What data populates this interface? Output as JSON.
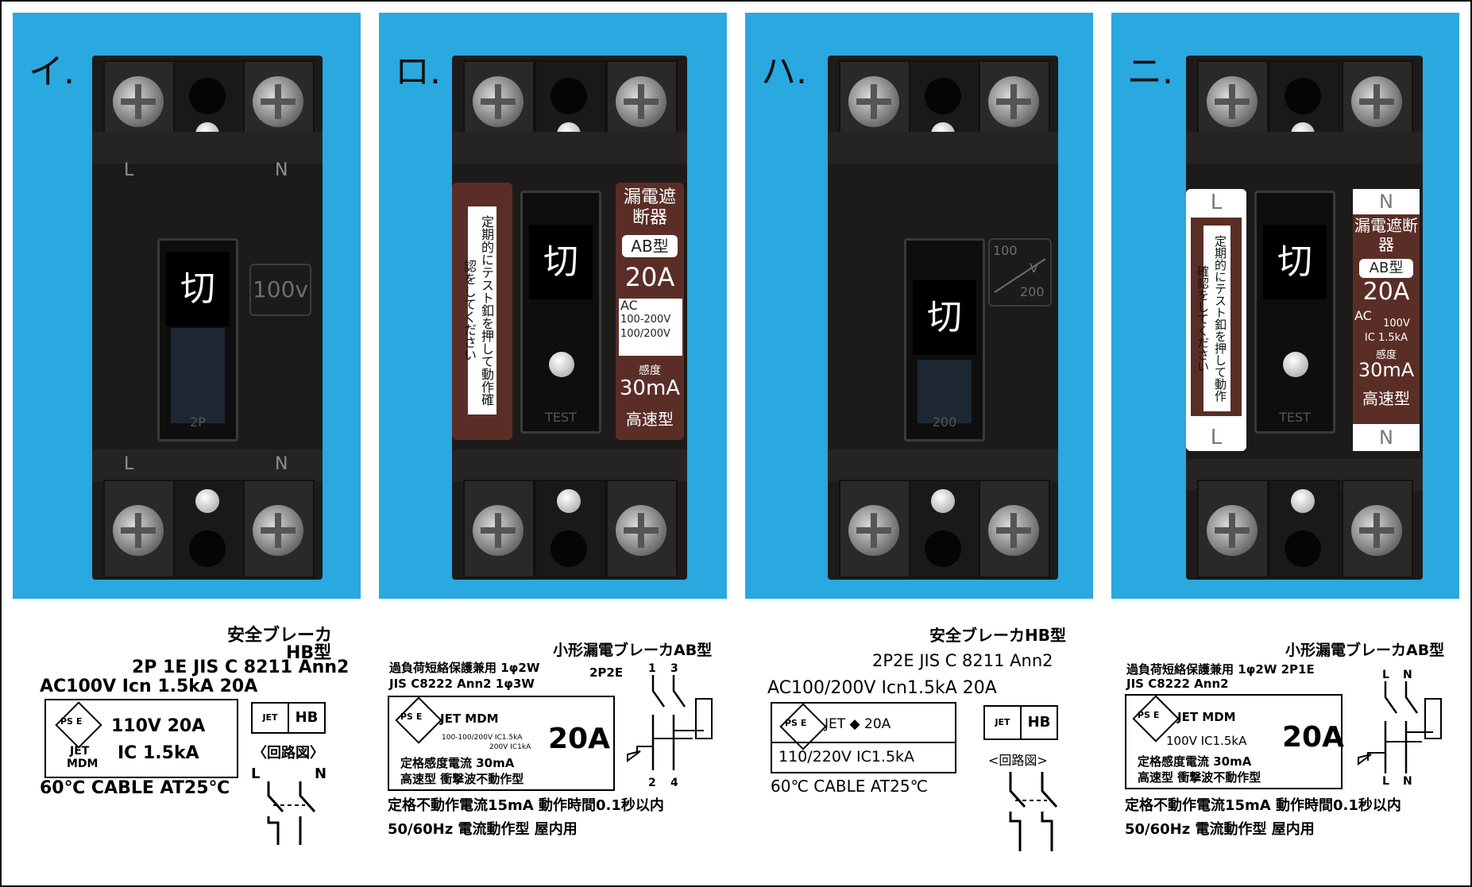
{
  "panels": [
    {
      "label": "イ.",
      "switch_char": "切",
      "lower_text": "2P",
      "rating_text": "100v",
      "terminal_top_left": "L",
      "terminal_top_right": "N",
      "terminal_bottom_left": "L",
      "terminal_bottom_right": "N"
    },
    {
      "label": "ロ.",
      "switch_char": "切",
      "lower_text": "TEST",
      "vertical_note": "定期的にテスト釦を押して動作確認をしてください",
      "spec_title": "漏電遮断器",
      "spec_type": "AB型",
      "spec_amp": "20A",
      "spec_ac": "AC",
      "spec_volt1": "100-200V",
      "spec_volt2": "100/200V",
      "spec_sens": "感度",
      "spec_ma": "30mA",
      "spec_speed": "高速型"
    },
    {
      "label": "ハ.",
      "switch_char": "切",
      "lower_text": "200",
      "rating_top": "100",
      "rating_v": "V",
      "rating_bottom": "200"
    },
    {
      "label": "ニ.",
      "switch_char": "切",
      "lower_text": "TEST",
      "vertical_note": "定期的にテスト釦を押して動作確認をしてください",
      "top_left": "L",
      "bottom_left": "L",
      "top_right": "N",
      "bottom_right": "N",
      "spec_title": "漏電遮断器",
      "spec_type": "AB型",
      "spec_amp": "20A",
      "spec_ac": "AC",
      "spec_volt": "100V",
      "spec_ic": "IC 1.5kA",
      "spec_sens": "感度",
      "spec_ma": "30mA",
      "spec_speed": "高速型"
    }
  ],
  "captions": {
    "c1": {
      "l1": "安全ブレーカ",
      "l2": "HB型",
      "l3": "2P 1E  JIS C 8211 Ann2",
      "l4": "AC100V  Icn 1.5kA  20A",
      "box1": "110V   20A",
      "box2": "IC 1.5kA",
      "jet": "JET",
      "mdm": "MDM",
      "ps": "PS E",
      "jetlogo": "JET",
      "hb": "HB",
      "circuit": "〈回路図〉",
      "l5": "60℃ CABLE  AT25℃",
      "cl": "L",
      "cn": "N"
    },
    "c2": {
      "title": "小形漏電ブレーカAB型",
      "l1": "過負荷短絡保護兼用   1φ2W",
      "l1b": "2P2E",
      "l2": "JIS C8222 Ann2       1φ3W",
      "jet": "JET  MDM",
      "tiny": "100-100/200V IC1.5kA",
      "tiny2": "200V IC1kA",
      "amp": "20A",
      "s1": "定格感度電流 30mA",
      "s2": "高速型 衝撃波不動作型",
      "f1": "定格不動作電流15mA  動作時間0.1秒以内",
      "f2": "50/60Hz   電流動作型  屋内用",
      "n1": "1",
      "n3": "3",
      "n2": "2",
      "n4": "4",
      "ps": "PS E"
    },
    "c3": {
      "title": "安全ブレーカHB型",
      "l1": "2P2E   JIS C 8211 Ann2",
      "l2": "AC100/200V   Icn1.5kA     20A",
      "box1": "JET ◆     20A",
      "box2": "110/220V   IC1.5kA",
      "jetlogo": "JET",
      "hb": "HB",
      "circuit": "<回路図>",
      "l3": "60℃  CABLE    AT25℃",
      "ps": "PS E"
    },
    "c4": {
      "title": "小形漏電ブレーカAB型",
      "l1": "過負荷短絡保護兼用   1φ2W 2P1E",
      "l2": "JIS C8222 Ann2",
      "jet": "JET  MDM",
      "volt": "100V IC1.5kA",
      "amp": "20A",
      "s1": "定格感度電流 30mA",
      "s2": "高速型 衝撃波不動作型",
      "f1": "定格不動作電流15mA  動作時間0.1秒以内",
      "f2": "50/60Hz   電流動作型  屋内用",
      "nl": "L",
      "nn": "N",
      "nl2": "L",
      "nn2": "N",
      "ps": "PS E"
    }
  },
  "colors": {
    "panel_bg": "#2aa8e0",
    "breaker_body": "#1d1b1a",
    "label_brown": "#5a2e26"
  }
}
